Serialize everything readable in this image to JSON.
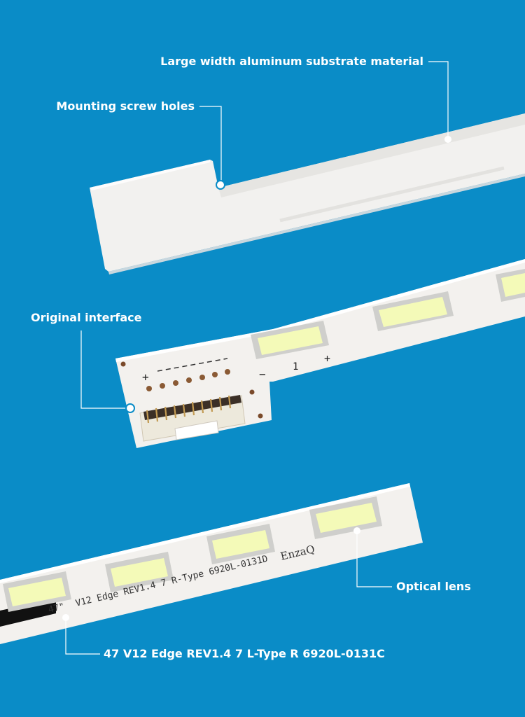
{
  "colors": {
    "background": "#0a8cc7",
    "strip": "#f3f1ee",
    "led": "#f4fab8",
    "callout_text": "#ffffff"
  },
  "callouts": {
    "substrate": "Large width aluminum substrate material",
    "screw_holes": "Mounting screw holes",
    "interface": "Original interface",
    "lens": "Optical lens",
    "model": "47 V12 Edge REV1.4 7 L-Type R 6920L-0131C"
  },
  "pcb_markings": {
    "interface_strip": {
      "plus_top": "+",
      "minus_left": "−",
      "label_one": "1",
      "plus_right": "+"
    },
    "lower_strip": {
      "size_text": "47\"",
      "model_text": "V12 Edge REV1.4 7 R-Type 6920L-0131D",
      "brand_text": "EnzaQ"
    }
  }
}
